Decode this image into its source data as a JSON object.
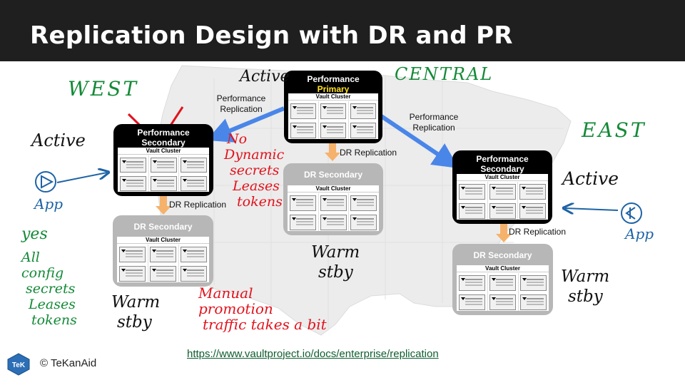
{
  "title": "Replication Design with DR and PR",
  "clusters": {
    "pp": {
      "line1": "Performance",
      "line2": "Primary",
      "sub": "Vault Cluster"
    },
    "ps_west": {
      "line1": "Performance",
      "line2": "Secondary",
      "sub": "Vault Cluster"
    },
    "ps_east": {
      "line1": "Performance",
      "line2": "Secondary",
      "sub": "Vault Cluster"
    },
    "dr_central": {
      "line1": "DR Secondary",
      "sub": "Vault Cluster"
    },
    "dr_west": {
      "line1": "DR Secondary",
      "sub": "Vault Cluster"
    },
    "dr_east": {
      "line1": "DR Secondary",
      "sub": "Vault Cluster"
    }
  },
  "edges": {
    "perf_repl_west": [
      "Performance",
      "Replication"
    ],
    "perf_repl_east": [
      "Performance",
      "Replication"
    ],
    "dr_repl": "DR Replication"
  },
  "handwriting": {
    "west": "WEST",
    "central": "CENTRAL",
    "east": "EAST",
    "active": "Active",
    "app": "App",
    "yes": "yes",
    "west_list": [
      "All",
      "config",
      "secrets",
      "Leases",
      "tokens"
    ],
    "no_list": [
      "No",
      "Dynamic",
      "secrets",
      "Leases",
      "tokens"
    ],
    "warm": "Warm",
    "stby": "stby",
    "manual": [
      "Manual",
      "promotion",
      "traffic takes a bit"
    ]
  },
  "footer": {
    "link": "https://www.vaultproject.io/docs/enterprise/replication",
    "copyright": "© TeKanAid",
    "logo_text": "TeK"
  },
  "colors": {
    "arrow_blue": "#4a86e8",
    "arrow_orange": "#f6b26b",
    "ink_green": "#138a37",
    "ink_red": "#e2121c",
    "ink_blue": "#1e63a6"
  }
}
